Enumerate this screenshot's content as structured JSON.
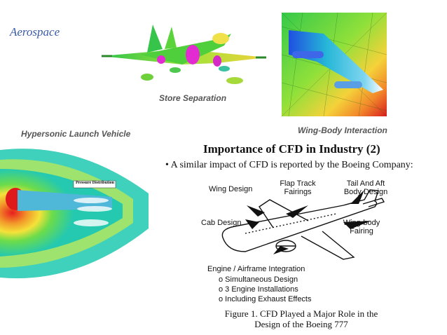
{
  "slide": {
    "title": "Aerospace"
  },
  "captions": {
    "store_separation": "Store Separation",
    "wing_body": "Wing-Body Interaction",
    "hypersonic": "Hypersonic Launch Vehicle"
  },
  "hypersonic_panel": {
    "inset_label": "Pressure Distribution"
  },
  "boeing": {
    "title": "Importance of CFD in Industry (2)",
    "bullet": "•  A similar impact of CFD is reported by the Boeing Company:",
    "labels": {
      "wing_design": "Wing Design",
      "flap_track_1": "Flap Track",
      "flap_track_2": "Fairings",
      "tail_1": "Tail And Aft",
      "tail_2": "Body Design",
      "cab_design": "Cab Design",
      "wing_body_1": "Wing-body",
      "wing_body_2": "Fairing",
      "engine_airframe": "Engine / Airframe Integration"
    },
    "engine_items": [
      "o  Simultaneous Design",
      "o  3 Engine Installations",
      "o  Including Exhaust Effects"
    ],
    "figure_caption_1": "Figure 1.  CFD Played a Major Role in the",
    "figure_caption_2": "Design of the Boeing 777"
  },
  "colors": {
    "title": "#3b5aa6",
    "caption": "#555555"
  }
}
